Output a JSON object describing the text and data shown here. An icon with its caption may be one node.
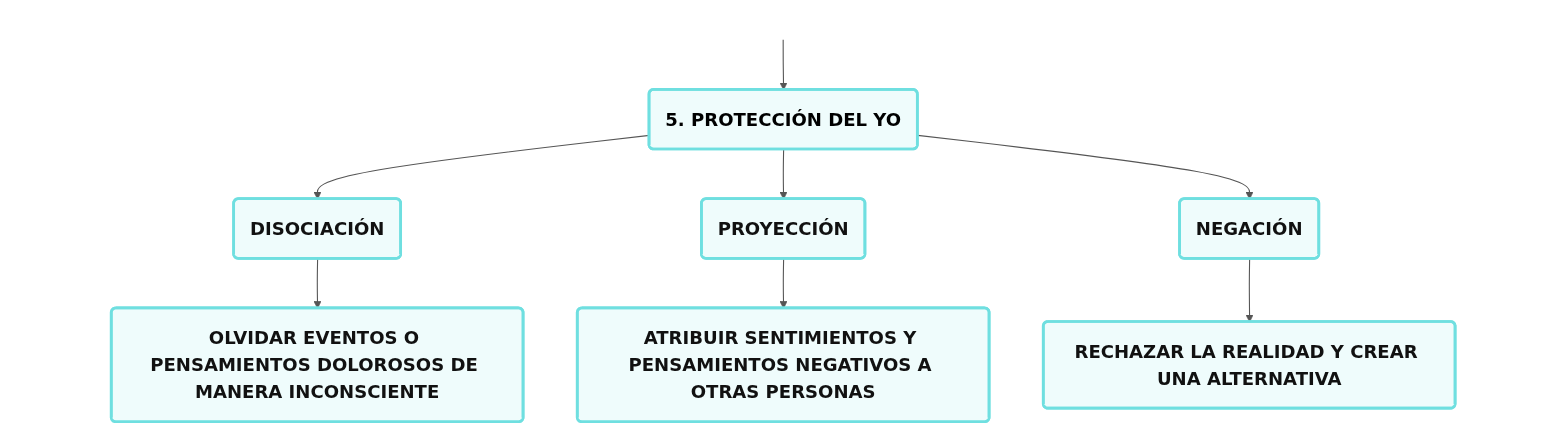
{
  "diagram": {
    "nodes": [
      {
        "text": [
          "5. PROTECCIÓN DEL YO"
        ]
      },
      {
        "text": [
          "DISOCIACIÓN"
        ]
      },
      {
        "text": [
          "PROYECCIÓN"
        ]
      },
      {
        "text": [
          "NEGACIÓN"
        ]
      },
      {
        "text": [
          "OLVIDAR EVENTOS O PENSAMIENTOS DOLOROSOS DE MANERA INCONSCIENTE"
        ]
      },
      {
        "text": [
          "ATRIBUIR SENTIMIENTOS Y PENSAMIENTOS NEGATIVOS A OTRAS PERSONAS"
        ]
      },
      {
        "text": [
          "RECHAZAR LA REALIDAD Y CREAR UNA ALTERNATIVA"
        ]
      }
    ],
    "edges": [
      {
        "from": null,
        "to": 0,
        "arrow": "to"
      },
      {
        "from": 0,
        "to": 1,
        "arrow": "to"
      },
      {
        "from": 0,
        "to": 2,
        "arrow": "to"
      },
      {
        "from": 0,
        "to": 3,
        "arrow": "to"
      },
      {
        "from": 1,
        "to": 4,
        "arrow": "to"
      },
      {
        "from": 2,
        "to": 5,
        "arrow": "to"
      },
      {
        "from": 3,
        "to": 6,
        "arrow": "to"
      }
    ]
  }
}
